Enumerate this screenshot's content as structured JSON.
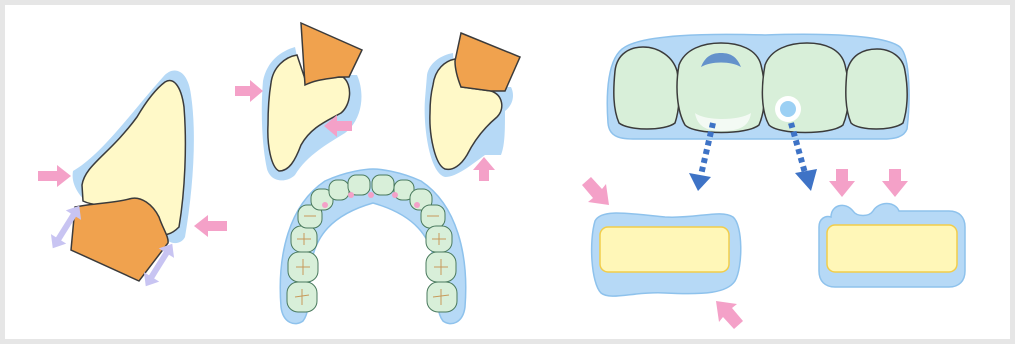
{
  "illustration": {
    "alt": "",
    "colors": {
      "background": "#e6e6e6",
      "panel": "#ffffff",
      "aligner_fill": "#b6d9f6",
      "aligner_stroke": "#8ec2ec",
      "crown_fill": "#fff9c8",
      "root_fill": "#f0a24e",
      "tooth_green": "#d8efd9",
      "outline": "#3b3b3b",
      "pink_arrow": "#f4a1c8",
      "lavender_arrow": "#c8c4f2",
      "blue_dotted_arrow": "#3e73c6",
      "inner_plate": "#fff7b8",
      "inner_plate_stroke": "#f2cd4a"
    },
    "icons": [
      "incisor-with-aligner",
      "premolar-with-aligner",
      "molar-with-aligner",
      "dental-arch-with-aligner",
      "front-teeth-row",
      "aligner-cross-section",
      "attachment-cross-section"
    ]
  }
}
